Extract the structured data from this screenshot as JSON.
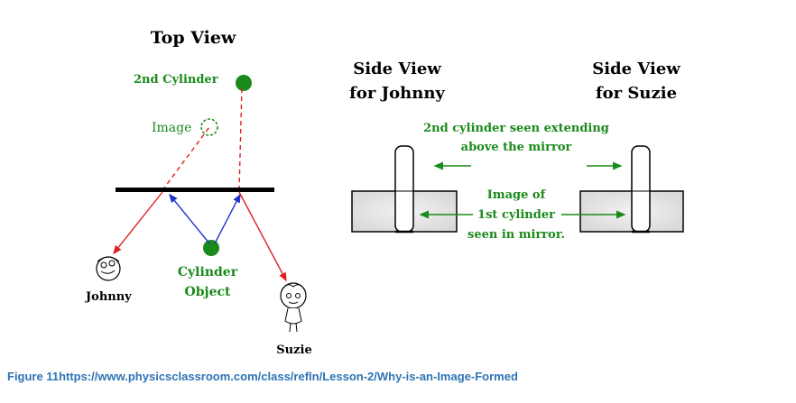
{
  "top_view": {
    "title": "Top View",
    "second_cylinder_label": "2nd Cylinder",
    "image_label": "Image",
    "cylinder_label_line1": "Cylinder",
    "cylinder_label_line2": "Object",
    "johnny_label": "Johnny",
    "suzie_label": "Suzie"
  },
  "side_view_johnny": {
    "title_line1": "Side View",
    "title_line2": "for Johnny"
  },
  "side_view_suzie": {
    "title_line1": "Side View",
    "title_line2": "for Suzie"
  },
  "annotations": {
    "extending_line1": "2nd cylinder seen extending",
    "extending_line2": "above the mirror",
    "image_line1": "Image of",
    "image_line2": "1st cylinder",
    "image_line3": "seen in mirror."
  },
  "caption": "Figure 11https://www.physicsclassroom.com/class/refln/Lesson-2/Why-is-an-Image-Formed",
  "colors": {
    "green": "#1a8a1a",
    "red": "#e02020",
    "blue": "#2233cc",
    "caption": "#2e74b5"
  }
}
